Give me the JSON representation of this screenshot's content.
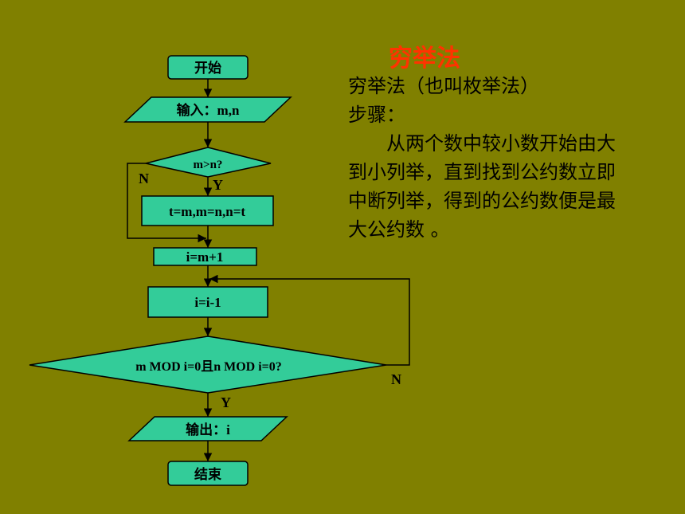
{
  "title": "穷举法",
  "description": {
    "line1": "穷举法（也叫枚举法）",
    "line2": "步骤：",
    "body": "从两个数中较小数开始由大到小列举，直到找到公约数立即中断列举，得到的公约数便是最大公约数 。"
  },
  "flowchart": {
    "start": "开始",
    "input": "输入：m,n",
    "compare": "m>n?",
    "swap": "t=m,m=n,n=t",
    "init": "i=m+1",
    "decrement": "i=i-1",
    "condition": "m  MOD i=0且n  MOD i=0?",
    "output": "输出：i",
    "end": "结束",
    "yes_label": "Y",
    "no_label": "N"
  }
}
